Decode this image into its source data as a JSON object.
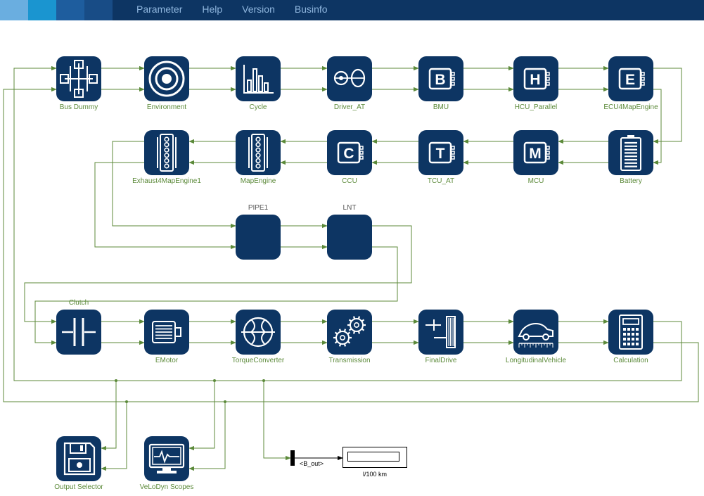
{
  "header": {
    "menu": [
      "Parameter",
      "Help",
      "Version",
      "Businfo"
    ],
    "accent_colors": [
      "#6aaee0",
      "#1a95d0",
      "#1e5d9e",
      "#184c86"
    ]
  },
  "colors": {
    "block": "#0d3563",
    "wire": "#5c8a3a",
    "label": "#5c8a3a"
  },
  "blocks": [
    {
      "name": "bus-dummy",
      "label": "Bus Dummy",
      "icon": "bus-dummy-icon"
    },
    {
      "name": "environment",
      "label": "Environment",
      "icon": "target-icon"
    },
    {
      "name": "cycle",
      "label": "Cycle",
      "icon": "bar-chart-icon"
    },
    {
      "name": "driver-at",
      "label": "Driver_AT",
      "icon": "steering-driver-icon"
    },
    {
      "name": "bmu",
      "label": "BMU",
      "icon": "letter-b-icon",
      "letter": "B"
    },
    {
      "name": "hcu-parallel",
      "label": "HCU_Parallel",
      "icon": "letter-h-icon",
      "letter": "H"
    },
    {
      "name": "ecu4mapengine",
      "label": "ECU4MapEngine",
      "icon": "letter-e-icon",
      "letter": "E"
    },
    {
      "name": "exhaust4mapengine1",
      "label": "Exhaust4MapEngine1",
      "icon": "engine-block-icon"
    },
    {
      "name": "mapengine",
      "label": "MapEngine",
      "icon": "engine-block-icon"
    },
    {
      "name": "ccu",
      "label": "CCU",
      "icon": "letter-c-icon",
      "letter": "C"
    },
    {
      "name": "tcu-at",
      "label": "TCU_AT",
      "icon": "letter-t-icon",
      "letter": "T"
    },
    {
      "name": "mcu",
      "label": "MCU",
      "icon": "letter-m-icon",
      "letter": "M"
    },
    {
      "name": "battery",
      "label": "Battery",
      "icon": "battery-icon"
    },
    {
      "name": "pipe1",
      "label": "PIPE1",
      "icon": "blank-icon"
    },
    {
      "name": "lnt",
      "label": "LNT",
      "icon": "blank-icon"
    },
    {
      "name": "clutch",
      "label": "Clutch",
      "icon": "clutch-icon"
    },
    {
      "name": "emotor",
      "label": "EMotor",
      "icon": "motor-icon"
    },
    {
      "name": "torque-converter",
      "label": "TorqueConverter",
      "icon": "torque-converter-icon"
    },
    {
      "name": "transmission",
      "label": "Transmission",
      "icon": "gears-icon"
    },
    {
      "name": "finaldrive",
      "label": "FinalDrive",
      "icon": "final-drive-icon"
    },
    {
      "name": "longitudinal-vehicle",
      "label": "LongitudinalVehicle",
      "icon": "car-icon"
    },
    {
      "name": "calculation",
      "label": "Calculation",
      "icon": "calculator-icon"
    },
    {
      "name": "output-selector",
      "label": "Output Selector",
      "icon": "disk-icon"
    },
    {
      "name": "velodyn-scopes",
      "label": "VeLoDyn Scopes",
      "icon": "monitor-icon"
    }
  ],
  "bus_selector": {
    "signal": "<B_out>"
  },
  "display": {
    "label": "l/100 km",
    "value": ""
  }
}
